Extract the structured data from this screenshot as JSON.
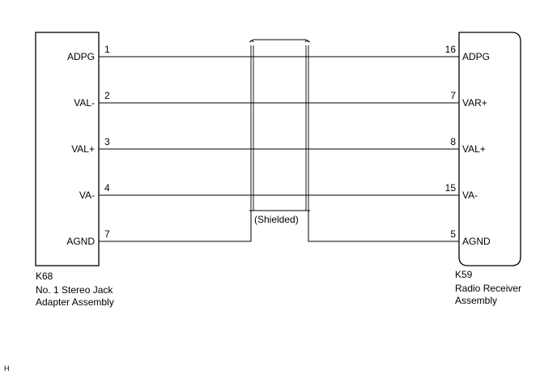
{
  "left_connector": {
    "code": "K68",
    "name_line1": "No. 1 Stereo Jack",
    "name_line2": "Adapter Assembly"
  },
  "right_connector": {
    "code": "K59",
    "name_line1": "Radio Receiver",
    "name_line2": "Assembly"
  },
  "shield_label": "(Shielded)",
  "wires": [
    {
      "left_pin": "1",
      "left_label": "ADPG",
      "right_pin": "16",
      "right_label": "ADPG"
    },
    {
      "left_pin": "2",
      "left_label": "VAL-",
      "right_pin": "7",
      "right_label": "VAR+"
    },
    {
      "left_pin": "3",
      "left_label": "VAL+",
      "right_pin": "8",
      "right_label": "VAL+"
    },
    {
      "left_pin": "4",
      "left_label": "VA-",
      "right_pin": "15",
      "right_label": "VA-"
    },
    {
      "left_pin": "7",
      "left_label": "AGND",
      "right_pin": "5",
      "right_label": "AGND"
    }
  ],
  "corner_mark": "H"
}
